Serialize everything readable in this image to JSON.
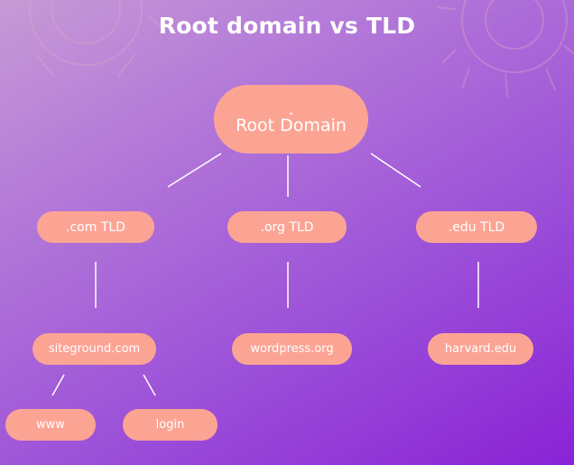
{
  "title": "Root domain vs TLD",
  "colors": {
    "node_fill": "#fca494",
    "text": "#ffffff",
    "connector": "#ffffff"
  },
  "root": {
    "symbol": ".",
    "label": "Root Domain"
  },
  "tlds": [
    {
      "label": ".com TLD",
      "children": [
        "siteground.com"
      ]
    },
    {
      "label": ".org TLD",
      "children": [
        "wordpress.org"
      ]
    },
    {
      "label": ".edu TLD",
      "children": [
        "harvard.edu"
      ]
    }
  ],
  "subdomains": [
    "www",
    "login"
  ]
}
